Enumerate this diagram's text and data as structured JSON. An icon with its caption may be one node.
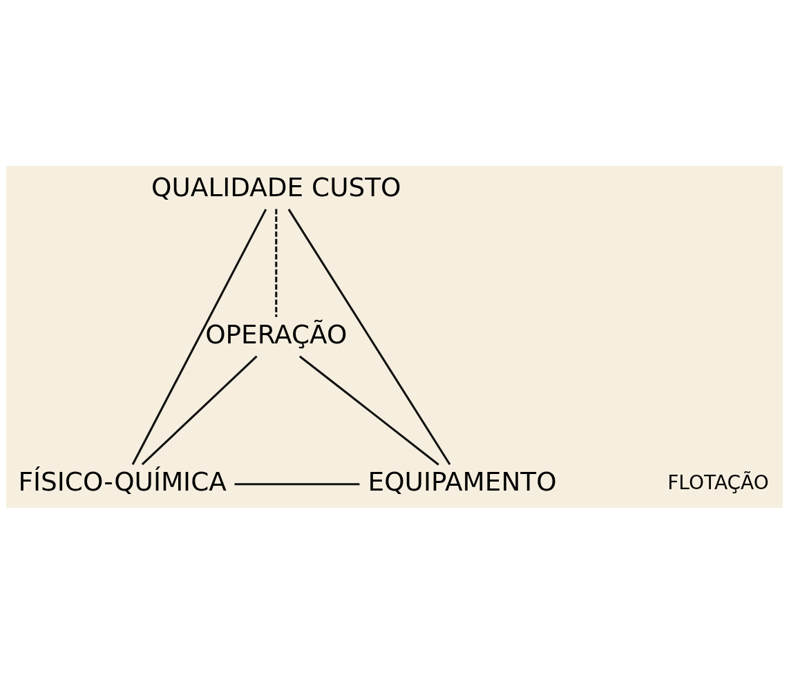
{
  "diagram": {
    "nodes": [
      {
        "text": [
          "QUALIDADE CUSTO"
        ]
      },
      {
        "text": [
          "OPERAÇÃO"
        ]
      },
      {
        "text": [
          "EQUIPAMENTO"
        ]
      },
      {
        "text": [
          "FÍSICO-QUÍMICA"
        ]
      }
    ],
    "edges": [
      {
        "from": 0,
        "to": 2,
        "arrow": "none"
      },
      {
        "from": 0,
        "to": 3,
        "arrow": "none"
      },
      {
        "from": 0,
        "to": 1,
        "arrow": "none",
        "style": "dashed"
      },
      {
        "from": 2,
        "to": 1,
        "arrow": "none"
      },
      {
        "from": 1,
        "to": 3,
        "arrow": "none"
      },
      {
        "from": 2,
        "to": 3,
        "arrow": "none"
      }
    ],
    "labels": [
      "FLOTAÇÃO"
    ]
  }
}
